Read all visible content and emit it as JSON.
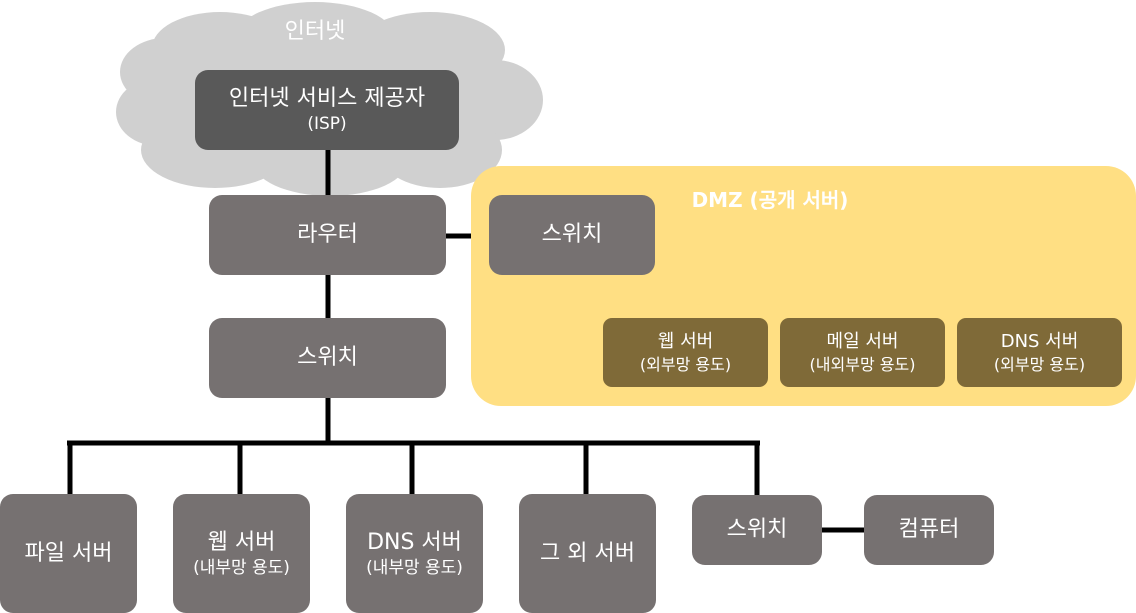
{
  "internet": {
    "label": "인터넷"
  },
  "isp": {
    "line1": "인터넷 서비스 제공자",
    "line2": "(ISP)"
  },
  "router": {
    "label": "라우터"
  },
  "switch_main": {
    "label": "스위치"
  },
  "dmz": {
    "title": "DMZ (공개 서버)",
    "switch": {
      "label": "스위치"
    },
    "servers": [
      {
        "line1": "웹 서버",
        "line2": "(외부망 용도)"
      },
      {
        "line1": "메일 서버",
        "line2": "(내외부망 용도)"
      },
      {
        "line1": "DNS 서버",
        "line2": "(외부망 용도)"
      }
    ]
  },
  "internal": {
    "servers": [
      {
        "line1": "파일 서버"
      },
      {
        "line1": "웹 서버",
        "line2": "(내부망 용도)"
      },
      {
        "line1": "DNS 서버",
        "line2": "(내부망 용도)"
      },
      {
        "line1": "그 외 서버"
      }
    ],
    "switch": {
      "label": "스위치"
    },
    "computer": {
      "label": "컴퓨터"
    }
  },
  "colors": {
    "node": "#767171",
    "isp_node": "#595959",
    "dmz_panel": "#ffdf83",
    "dmz_server": "#7f6a38",
    "cloud": "#d0d0d0",
    "line": "#000000"
  }
}
